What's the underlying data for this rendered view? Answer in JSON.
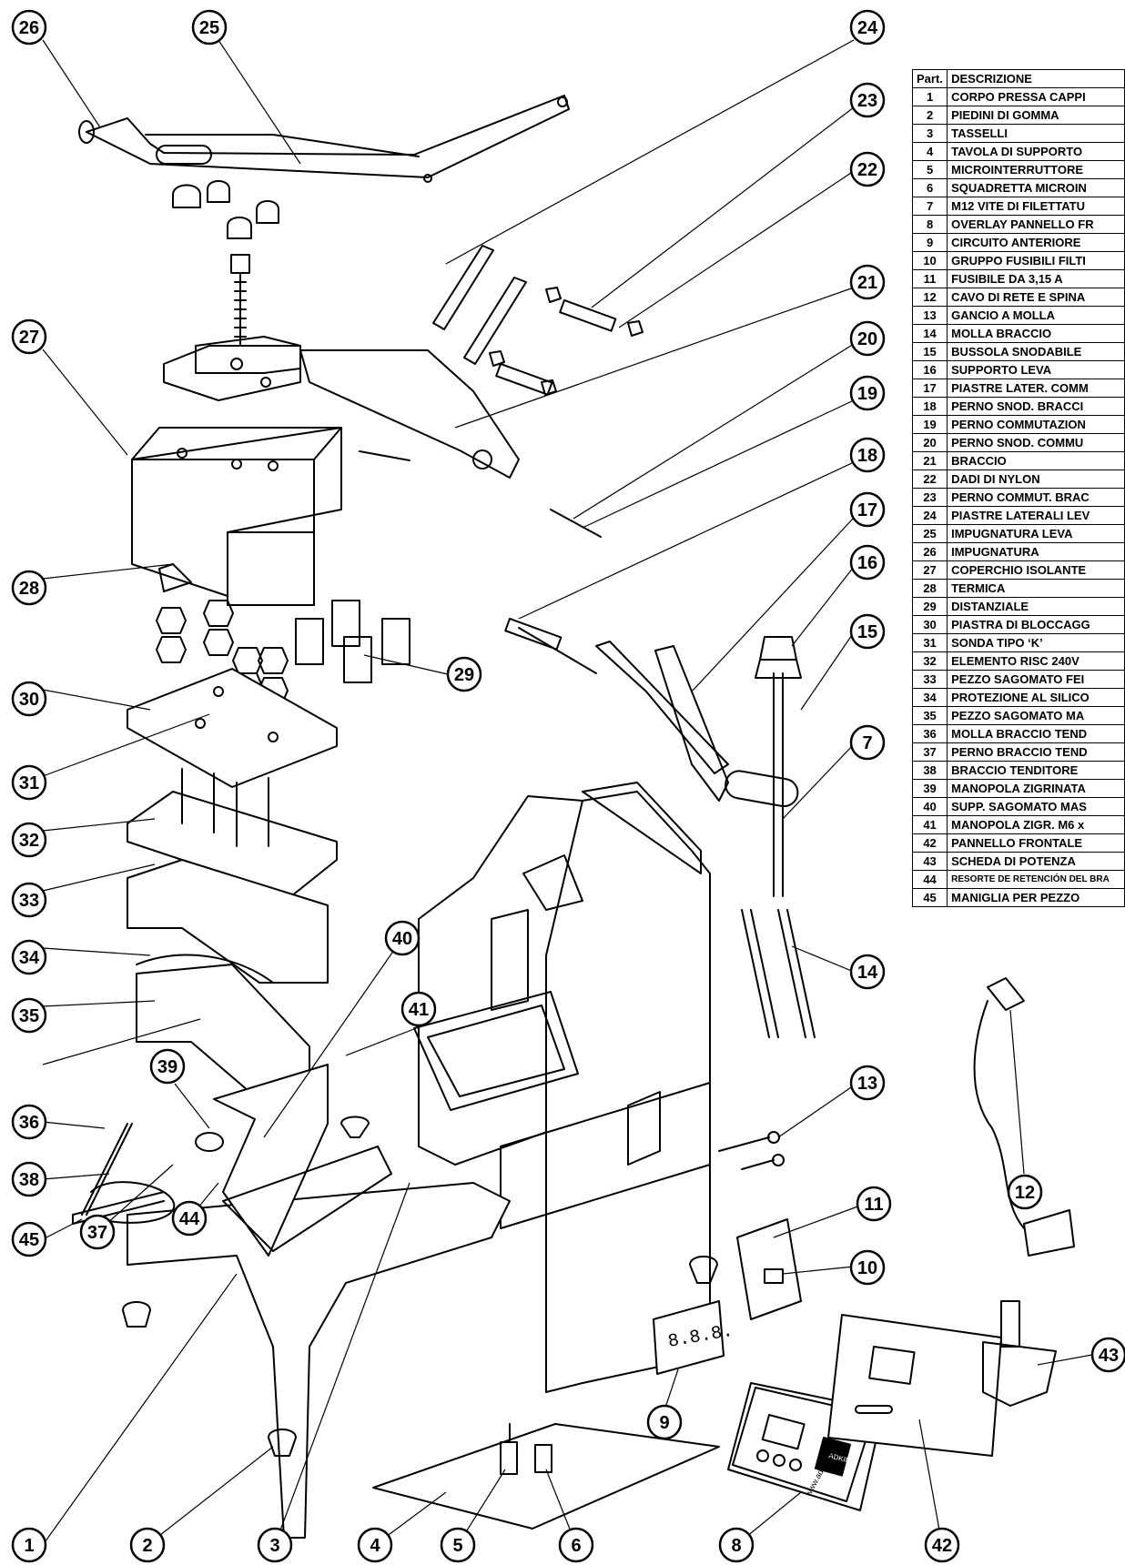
{
  "table": {
    "header": {
      "part": "Part.",
      "description": "DESCRIZIONE"
    },
    "rows": [
      {
        "n": "1",
        "d": "CORPO PRESSA CAPPI"
      },
      {
        "n": "2",
        "d": "PIEDINI DI GOMMA"
      },
      {
        "n": "3",
        "d": "TASSELLI"
      },
      {
        "n": "4",
        "d": "TAVOLA DI SUPPORTO"
      },
      {
        "n": "5",
        "d": "MICROINTERRUTTORE"
      },
      {
        "n": "6",
        "d": "SQUADRETTA MICROIN"
      },
      {
        "n": "7",
        "d": "M12 VITE DI FILETTATU"
      },
      {
        "n": "8",
        "d": "OVERLAY PANNELLO FR"
      },
      {
        "n": "9",
        "d": "CIRCUITO ANTERIORE"
      },
      {
        "n": "10",
        "d": "GRUPPO FUSIBILI FILTI"
      },
      {
        "n": "11",
        "d": "FUSIBILE DA 3,15 A"
      },
      {
        "n": "12",
        "d": "CAVO DI RETE E SPINA"
      },
      {
        "n": "13",
        "d": "GANCIO A MOLLA"
      },
      {
        "n": "14",
        "d": "MOLLA BRACCIO"
      },
      {
        "n": "15",
        "d": "BUSSOLA SNODABILE"
      },
      {
        "n": "16",
        "d": "SUPPORTO LEVA"
      },
      {
        "n": "17",
        "d": "PIASTRE LATER. COMM"
      },
      {
        "n": "18",
        "d": "PERNO SNOD. BRACCI"
      },
      {
        "n": "19",
        "d": "PERNO COMMUTAZION"
      },
      {
        "n": "20",
        "d": "PERNO SNOD. COMMU"
      },
      {
        "n": "21",
        "d": "BRACCIO"
      },
      {
        "n": "22",
        "d": "DADI DI NYLON"
      },
      {
        "n": "23",
        "d": "PERNO COMMUT. BRAC"
      },
      {
        "n": "24",
        "d": "PIASTRE LATERALI LEV"
      },
      {
        "n": "25",
        "d": "IMPUGNATURA LEVA"
      },
      {
        "n": "26",
        "d": "IMPUGNATURA"
      },
      {
        "n": "27",
        "d": "COPERCHIO ISOLANTE"
      },
      {
        "n": "28",
        "d": "TERMICA"
      },
      {
        "n": "29",
        "d": "DISTANZIALE"
      },
      {
        "n": "30",
        "d": "PIASTRA DI BLOCCAGG"
      },
      {
        "n": "31",
        "d": "SONDA TIPO ‘K’"
      },
      {
        "n": "32",
        "d": "ELEMENTO RISC 240V"
      },
      {
        "n": "33",
        "d": "PEZZO SAGOMATO FEI"
      },
      {
        "n": "34",
        "d": "PROTEZIONE AL SILICO"
      },
      {
        "n": "35",
        "d": "PEZZO SAGOMATO MA"
      },
      {
        "n": "36",
        "d": "MOLLA BRACCIO TEND"
      },
      {
        "n": "37",
        "d": "PERNO BRACCIO TEND"
      },
      {
        "n": "38",
        "d": "BRACCIO TENDITORE"
      },
      {
        "n": "39",
        "d": "MANOPOLA ZIGRINATA"
      },
      {
        "n": "40",
        "d": "SUPP.  SAGOMATO MAS"
      },
      {
        "n": "41",
        "d": "MANOPOLA ZIGR. M6 x"
      },
      {
        "n": "42",
        "d": "PANNELLO FRONTALE"
      },
      {
        "n": "43",
        "d": "SCHEDA DI POTENZA"
      },
      {
        "n": "44",
        "d": "RESORTE DE RETENCIÓN DEL BRA",
        "small": true
      },
      {
        "n": "45",
        "d": "MANIGLIA PER PEZZO"
      }
    ]
  },
  "display": {
    "digits": "8.8.8.",
    "brand": "ADKINS",
    "url": "www.adkins.com"
  },
  "callouts": [
    "1",
    "2",
    "3",
    "4",
    "5",
    "6",
    "7",
    "8",
    "9",
    "10",
    "11",
    "12",
    "13",
    "14",
    "15",
    "16",
    "17",
    "18",
    "19",
    "20",
    "21",
    "22",
    "23",
    "24",
    "25",
    "26",
    "27",
    "28",
    "29",
    "30",
    "31",
    "32",
    "33",
    "34",
    "35",
    "36",
    "37",
    "38",
    "39",
    "40",
    "41",
    "42",
    "43",
    "44",
    "45"
  ]
}
